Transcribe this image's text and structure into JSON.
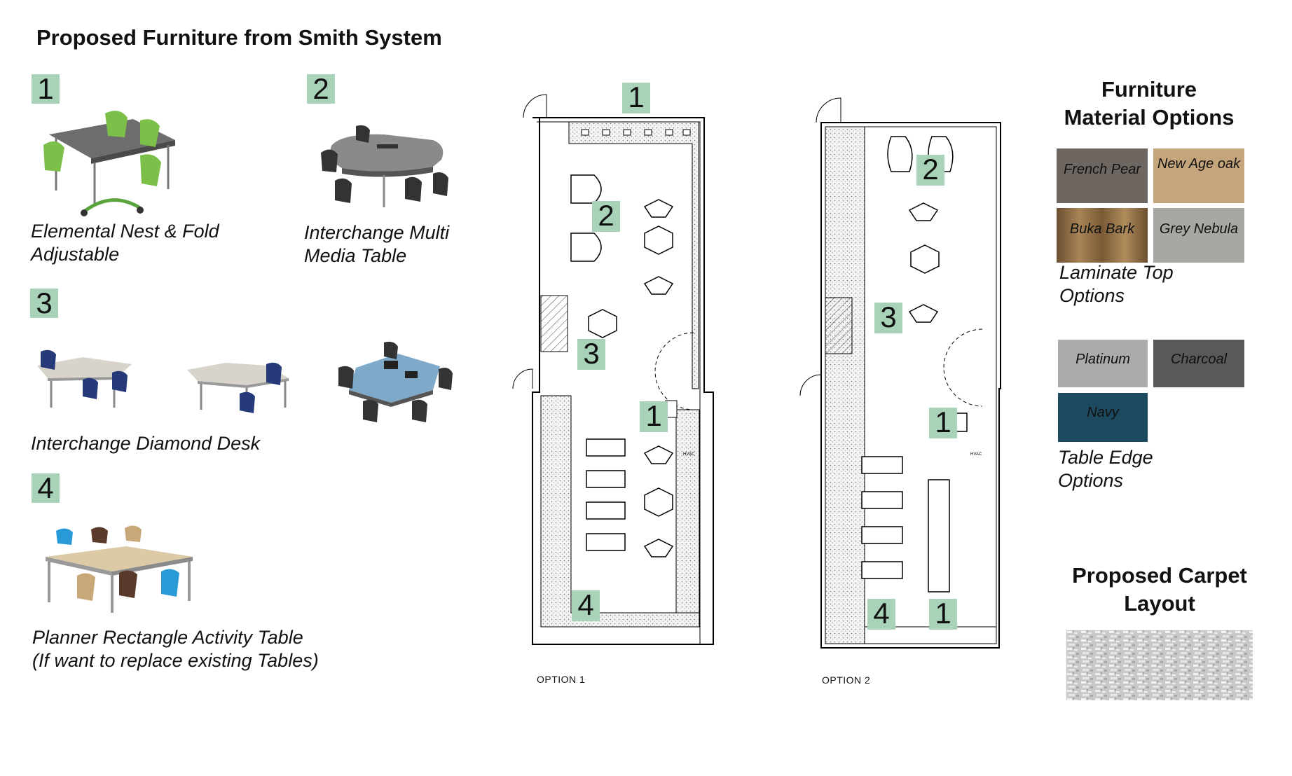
{
  "page_title": "Proposed Furniture from Smith System",
  "furniture": [
    {
      "number": "1",
      "name_lines": [
        "Elemental Nest & Fold",
        "Adjustable"
      ]
    },
    {
      "number": "2",
      "name_lines": [
        "Interchange Multi",
        "Media Table"
      ]
    },
    {
      "number": "3",
      "name_lines": [
        "Interchange Diamond Desk"
      ]
    },
    {
      "number": "4",
      "name_lines": [
        "Planner Rectangle Activity Table",
        "(If want to replace existing Tables)"
      ]
    }
  ],
  "floor_plans": [
    {
      "label": "OPTION 1",
      "markers": [
        "1",
        "2",
        "3",
        "1",
        "4"
      ],
      "hvac_note": "HVAC"
    },
    {
      "label": "OPTION 2",
      "markers": [
        "2",
        "3",
        "1",
        "4",
        "1"
      ],
      "hvac_note": "HVAC"
    }
  ],
  "material_options": {
    "title_lines": [
      "Furniture",
      "Material Options"
    ],
    "laminate": {
      "swatches": [
        {
          "name": "French Pear",
          "color": "#6e6660"
        },
        {
          "name": "New Age oak",
          "color": "#c4a57c"
        },
        {
          "name": "Buka Bark",
          "color": "#8a6a45"
        },
        {
          "name": "Grey Nebula",
          "color": "#a9a7a3"
        }
      ],
      "caption_lines": [
        "Laminate Top",
        "Options"
      ]
    },
    "edge": {
      "swatches": [
        {
          "name": "Platinum",
          "color": "#ababab"
        },
        {
          "name": "Charcoal",
          "color": "#595959"
        },
        {
          "name": "Navy",
          "color": "#1d4a5e"
        }
      ],
      "caption_lines": [
        "Table Edge",
        "Options"
      ]
    }
  },
  "carpet": {
    "title_lines": [
      "Proposed Carpet",
      "Layout"
    ]
  },
  "colors": {
    "badge": "#a9d3b8"
  }
}
